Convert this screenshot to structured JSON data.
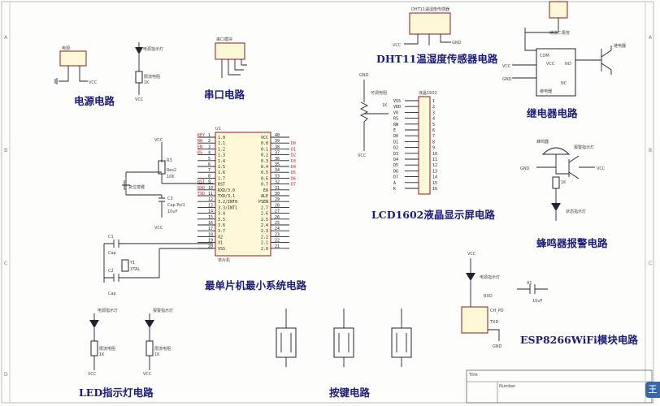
{
  "zones": {
    "rows": [
      "A",
      "B",
      "C",
      "D"
    ]
  },
  "titles": {
    "power": "电源电路",
    "serial": "串口电路",
    "dht11": "DHT11温湿度传感器电路",
    "relay": "继电器电路",
    "mcu": "最单片机最小系统电路",
    "lcd": "LCD1602液晶显示屏电路",
    "buzzer": "蜂鸣器报警电路",
    "esp": "ESP8266WiFi模块电路",
    "led": "LED指示灯电路",
    "keys": "按键电路"
  },
  "labels": {
    "vcc": "VCC",
    "gnd": "GND",
    "u1": "U1",
    "xtal": "XTAL",
    "y1": "Y1",
    "c1": "C1",
    "c2": "C2",
    "c3": "C3",
    "cap": "Cap",
    "cap_pol": "Cap Pol1",
    "c3_val": "10uF",
    "r3": "R3",
    "res2": "Res2",
    "r3_val": "10K",
    "r_1k": "1K",
    "reset_key": "复位按键",
    "lcd_name": "液晶1602",
    "pot": "可调电阻",
    "a1": "A1",
    "a1_val": "10uF",
    "rxd": "RXD",
    "txd": "TXD",
    "ch_pd": "CH_PD",
    "power_led": "电源指示灯",
    "status_led": "状态指示灯",
    "alarm_led": "报警指示灯",
    "resistor": "限流电阻",
    "diode": "续流二极管",
    "relay_name": "继电器",
    "buzzer_name": "蜂鸣器",
    "mcu_part": "单片机",
    "dht_name": "DHT11温湿度传感器",
    "power_in": "电源",
    "serial_port": "串口模块",
    "relay_nc": "NC",
    "relay_no": "NO",
    "relay_com": "COM",
    "title_block": "Title",
    "number_label": "Number",
    "corner_badge": "王"
  },
  "mcu": {
    "left_pins": [
      {
        "name": "1.0",
        "num": "1"
      },
      {
        "name": "1.1",
        "num": "2"
      },
      {
        "name": "1.2",
        "num": "3"
      },
      {
        "name": "1.3",
        "num": "4"
      },
      {
        "name": "1.4",
        "num": "5"
      },
      {
        "name": "1.5",
        "num": "6"
      },
      {
        "name": "1.6",
        "num": "7"
      },
      {
        "name": "1.7",
        "num": "8"
      },
      {
        "name": "RST",
        "num": "9"
      },
      {
        "name": "RXD/3.0",
        "num": "10"
      },
      {
        "name": "TXD/3.1",
        "num": "11"
      },
      {
        "name": "3.2/INT0",
        "num": "12"
      },
      {
        "name": "3.3/INT1",
        "num": "13"
      },
      {
        "name": "3.4",
        "num": "14"
      },
      {
        "name": "3.5",
        "num": "15"
      },
      {
        "name": "3.6",
        "num": "16"
      },
      {
        "name": "3.7",
        "num": "17"
      },
      {
        "name": "X2",
        "num": "18"
      },
      {
        "name": "X1",
        "num": "19"
      },
      {
        "name": "VSS",
        "num": "20"
      }
    ],
    "right_pins": [
      {
        "name": "VCC",
        "num": "40"
      },
      {
        "name": "0.0",
        "num": "39"
      },
      {
        "name": "0.1",
        "num": "38"
      },
      {
        "name": "0.2",
        "num": "37"
      },
      {
        "name": "0.3",
        "num": "36"
      },
      {
        "name": "0.4",
        "num": "35"
      },
      {
        "name": "0.5",
        "num": "34"
      },
      {
        "name": "0.6",
        "num": "33"
      },
      {
        "name": "0.7",
        "num": "32"
      },
      {
        "name": "EA",
        "num": "31"
      },
      {
        "name": "ALE",
        "num": "30"
      },
      {
        "name": "PSEN",
        "num": "29"
      },
      {
        "name": "2.7",
        "num": "28"
      },
      {
        "name": "2.6",
        "num": "27"
      },
      {
        "name": "2.5",
        "num": "26"
      },
      {
        "name": "2.4",
        "num": "25"
      },
      {
        "name": "2.3",
        "num": "24"
      },
      {
        "name": "2.2",
        "num": "23"
      },
      {
        "name": "2.1",
        "num": "22"
      },
      {
        "name": "2.0",
        "num": "21"
      }
    ],
    "left_nets": [
      "KEY",
      "RW",
      "EN",
      "RS",
      "",
      "",
      "",
      "",
      "RST",
      "RXD",
      "TXD",
      "",
      "",
      "",
      "",
      "",
      "",
      "",
      "",
      ""
    ],
    "right_nets": [
      "",
      "D0",
      "D1",
      "D2",
      "D3",
      "D4",
      "D5",
      "D6",
      "D7",
      "",
      "",
      "",
      "",
      "",
      "",
      "",
      "",
      "",
      "",
      ""
    ]
  },
  "lcd": {
    "pins": [
      "VSS",
      "VDD",
      "VO",
      "RS",
      "RW",
      "E",
      "D0",
      "D1",
      "D2",
      "D3",
      "D4",
      "D5",
      "D6",
      "D7",
      "A",
      "K"
    ]
  }
}
